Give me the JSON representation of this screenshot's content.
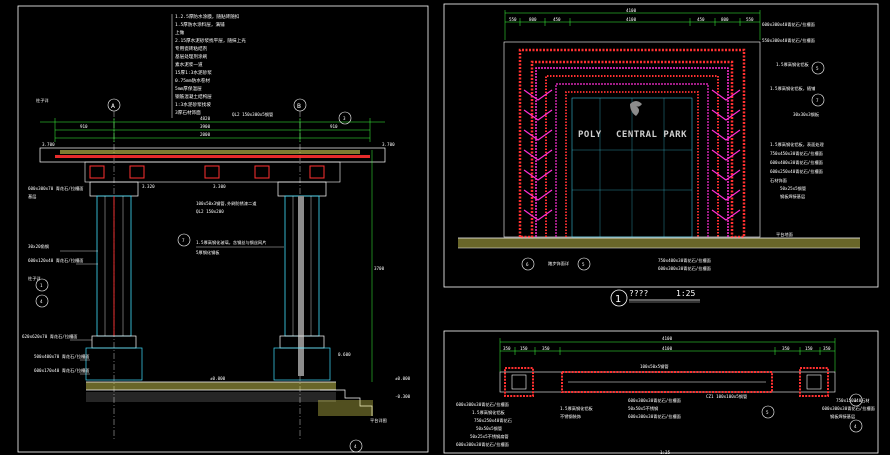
{
  "colors": {
    "background": "#000000",
    "line": "#ffffff",
    "dimension": "#3cff3c",
    "structure_red": "#ff3030",
    "hatch_yellow": "#e8e25a",
    "grid_cyan": "#40e0ff",
    "block_magenta": "#ff2fd6",
    "sign_gray": "#8c8c8c"
  },
  "left_section": {
    "axis_a": "A",
    "axis_b": "B",
    "notes": [
      "1.2.5厚防水涂膜，随贴砖随扣",
      "1.5厚防水涂料层，满铺",
      "上做",
      "2.15厚水泥砂浆找平层，随抹上光",
      "专用瓷砖粘结剂",
      "基层处理剂涂刷",
      "素水泥浆一道",
      "15厚1:3水泥砂浆",
      "0.75mm防水卷材",
      "5mm厚保温层",
      "钢筋混凝土结构层",
      "1:3水泥砂浆找坡",
      "3厚石材饰面"
    ],
    "level_top_left": "3.700",
    "level_top_right": "3.700",
    "level_mid_left": "3.320",
    "level_mid_center": "3.300",
    "level_floor": "±0.000",
    "level_right_floor": "±0.000",
    "level_right_low": "-0.300",
    "level_right_mid": "0.600",
    "top_dims": [
      "910",
      "3900",
      "910"
    ],
    "top_total": "4820",
    "top_sub": "2000",
    "beam_note": "QL2 150x300x5钢管",
    "callout_left_1": "600x300x70 青花石/拉槽面",
    "callout_left_2": "基层",
    "callout_left_3": "30x20角钢",
    "callout_left_4": "600x120x40 青花石/拉槽面",
    "callout_left_5": "柱子详",
    "callout_left_6": "620x620x70 青花石/拉槽面",
    "callout_left_7": "500x400x70 青花石/拉槽面",
    "callout_left_8": "600x170x40 青花石/拉槽面",
    "callout_center_1": "100x50x3钢管,外刷防锈漆二道",
    "callout_center_2": "QL2 150x200",
    "callout_center_3": "1.5厚高钢化玻璃，含钢丝与钢丝网片",
    "callout_center_4": "5厚钢化钢板",
    "callout_top_right": "柱子详",
    "vertical_dim": "3700",
    "bottom_tag": "平台详图",
    "callout_num_a": "4",
    "callout_num_b": "1",
    "callout_num_c": "7",
    "callout_num_d": "3",
    "callout_num_e": "4"
  },
  "right_elevation": {
    "sign_line_1": "POLY",
    "sign_line_2": "CENTRAL PARK",
    "top_dim": "4100",
    "dims_row": [
      "550",
      "800",
      "450",
      "4100",
      "450",
      "800",
      "550"
    ],
    "notes_right": [
      "600x300x40青花石/拉槽面",
      "550x300x40青花石/拉槽面",
      "1.5厚高钢化铝板",
      "1.5厚高钢化铝板，随铺",
      "30x30x3钢板",
      "1.5厚高钢化铝板，表面处理",
      "750x450x30青花石/拉槽面",
      "600x400x30青花石/拉槽面",
      "600x250x40青花石/拉槽面",
      "石材饰面",
      "50x25x5钢管",
      "钢板焊接基层"
    ],
    "bottom_notes": [
      "750x400x30青花石/拉槽面",
      "600x300x30青花石/拉槽面"
    ],
    "bottom_label": "踏步饰面详",
    "ground_tag": "平台地面",
    "callout_numbers": [
      "5",
      "7",
      "5",
      "6",
      "7"
    ],
    "figure_number": "1",
    "figure_title": "????",
    "figure_scale": "1:25"
  },
  "bottom_plan": {
    "top_dim": "4100",
    "dims_row": [
      "350",
      "150",
      "350",
      "4100",
      "350",
      "150",
      "350"
    ],
    "center_note": "100x50x5钢管",
    "center_note_2": "CZ1 100x100x5钢管",
    "left_notes": [
      "600x300x30青花石/拉槽面",
      "1.5厚高钢化铝板",
      "750x250x40青花石",
      "50x50x5钢管",
      "50x25x5不锈钢扁管",
      "600x300x30青花石/拉槽面"
    ],
    "mid_notes": [
      "1.5厚高钢化铝板",
      "不锈钢装饰",
      "600x300x30青花石/拉槽面",
      "50x50x5不锈钢",
      "600x300x30青花石/拉槽面"
    ],
    "right_notes": [
      "750x150x40石材",
      "600x300x30青花石/拉槽面",
      "钢板焊接基层"
    ],
    "callout_numbers": [
      "3",
      "4",
      "5"
    ],
    "caption": "1:25"
  }
}
